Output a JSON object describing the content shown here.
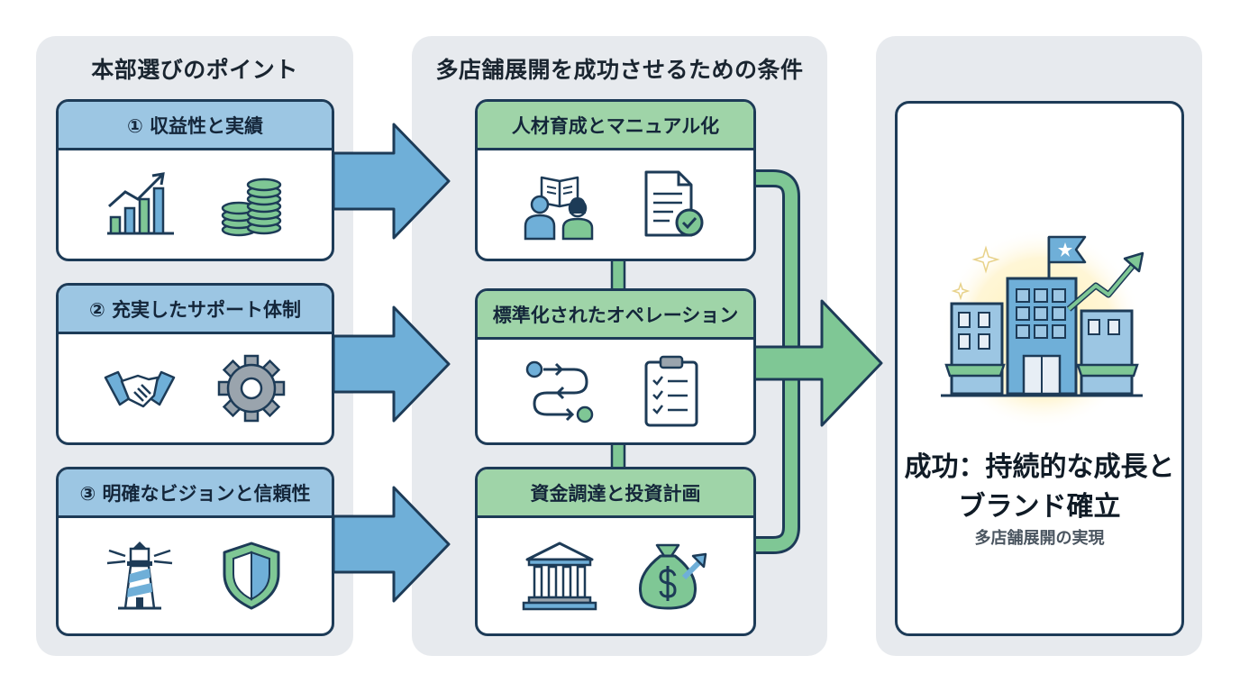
{
  "left_panel": {
    "title": "本部選びのポイント",
    "cards": [
      {
        "label": "① 収益性と実績",
        "icons": [
          "bar-chart-growth-icon",
          "coin-stack-icon"
        ]
      },
      {
        "label": "② 充実したサポート体制",
        "icons": [
          "handshake-icon",
          "gear-icon"
        ]
      },
      {
        "label": "③ 明確なビジョンと信頼性",
        "icons": [
          "lighthouse-icon",
          "shield-icon"
        ]
      }
    ]
  },
  "middle_panel": {
    "title": "多店舗展開を成功させるための条件",
    "cards": [
      {
        "label": "人材育成とマニュアル化",
        "icons": [
          "training-people-icon",
          "checked-document-icon"
        ]
      },
      {
        "label": "標準化されたオペレーション",
        "icons": [
          "process-flow-icon",
          "clipboard-checklist-icon"
        ]
      },
      {
        "label": "資金調達と投資計画",
        "icons": [
          "bank-icon",
          "money-bag-icon"
        ]
      }
    ]
  },
  "result": {
    "title": "成功：持続的な成長と\nブランド確立",
    "subtitle": "多店舗展開の実現",
    "icon": "store-buildings-growth-icon"
  },
  "colors": {
    "panel_bg": "#e7eaee",
    "border": "#1d3b57",
    "blue_header": "#9cc6e3",
    "green_header": "#9fd4a8",
    "blue_arrow": "#6fafd8",
    "green_arrow": "#7fc795"
  }
}
